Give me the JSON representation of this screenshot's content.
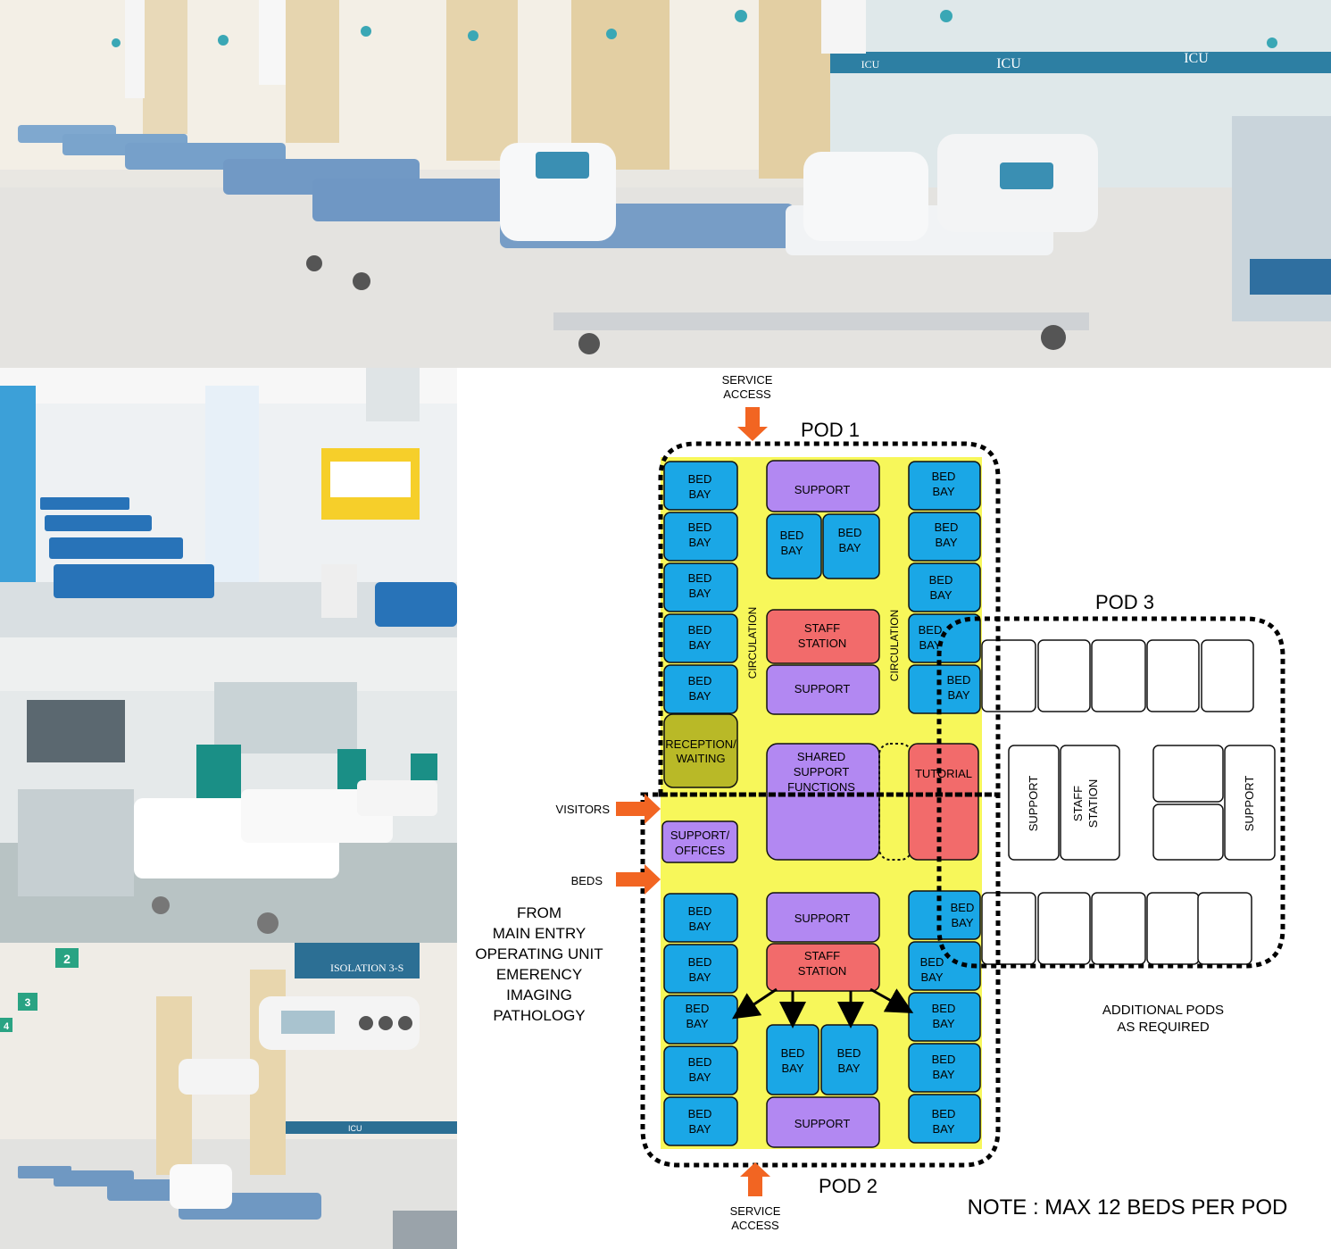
{
  "photos": {
    "top": {
      "sign_1": "ICU",
      "sign_2": "ICU",
      "sign_3": "ICU"
    },
    "bottom": {
      "room_sign": "ISOLATION 3-S",
      "num_2": "2",
      "num_3": "3",
      "num_4": "4",
      "wall_sign": "ICU"
    }
  },
  "plan": {
    "pod1_title": "POD  1",
    "pod2_title": "POD  2",
    "pod3_title": "POD  3",
    "service_access": [
      "SERVICE",
      "ACCESS"
    ],
    "visitors": "VISITORS",
    "beds": "BEDS",
    "from_lines": [
      "FROM",
      "MAIN ENTRY",
      "OPERATING UNIT",
      "EMERENCY",
      "IMAGING",
      "PATHOLOGY"
    ],
    "bed_bay": [
      "BED",
      "BAY"
    ],
    "support": "SUPPORT",
    "staff_station": [
      "STAFF",
      "STATION"
    ],
    "circulation": "CIRCULATION",
    "reception": [
      "RECEPTION/",
      "WAITING"
    ],
    "shared_support": [
      "SHARED",
      "SUPPORT",
      "FUNCTIONS"
    ],
    "tutorial": "TUTORIAL",
    "support_offices": [
      "SUPPORT/",
      "OFFICES"
    ],
    "pod3_support": "SUPPORT",
    "pod3_staff": [
      "STAFF",
      "STATION"
    ],
    "additional_pods": [
      "ADDITIONAL PODS",
      "AS REQUIRED"
    ],
    "note": "NOTE : MAX 12 BEDS PER POD"
  },
  "colors": {
    "bed_bay": "#1aa7e6",
    "support": "#b288f2",
    "staff_station": "#f26b6b",
    "circulation": "#f7f75a",
    "reception": "#b9b927",
    "arrow": "#f26522"
  }
}
